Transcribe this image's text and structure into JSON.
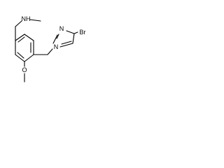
{
  "structure": {
    "atoms": {
      "nh": "NH",
      "n_pyrazole_1": "N",
      "n_pyrazole_2": "N",
      "br": "Br",
      "o": "O"
    }
  }
}
